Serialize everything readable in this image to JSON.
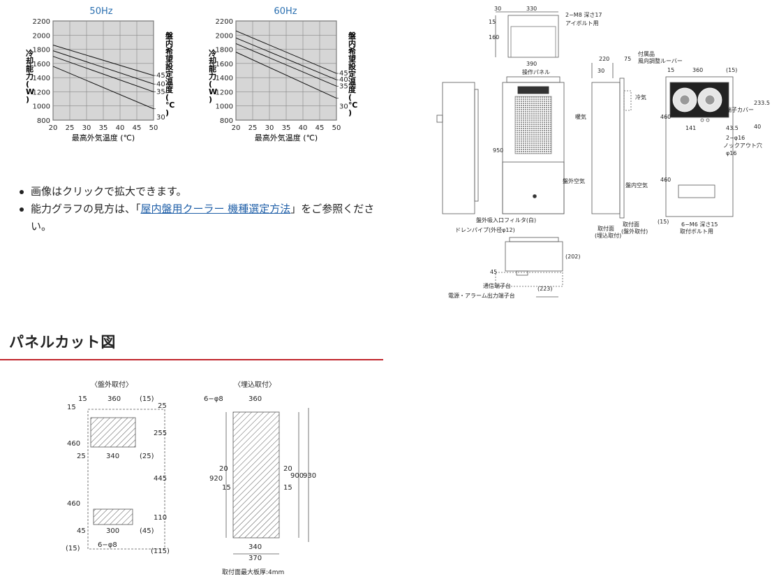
{
  "charts": [
    {
      "id": "50hz",
      "title": "50Hz",
      "ylabel": "冷却能力(W)",
      "xlabel": "最高外気温度 (℃)",
      "legend_title": "盤内希望設定温度(℃)",
      "x_ticks": [
        "20",
        "25",
        "30",
        "35",
        "40",
        "45",
        "50"
      ],
      "y_ticks": [
        "800",
        "1000",
        "1200",
        "1400",
        "1600",
        "1800",
        "2000",
        "2200"
      ],
      "series_labels": [
        "45",
        "40",
        "35",
        "30"
      ]
    },
    {
      "id": "60hz",
      "title": "60Hz",
      "ylabel": "冷却能力(W)",
      "xlabel": "最高外気温度 (℃)",
      "legend_title": "盤内希望設定温度(℃)",
      "x_ticks": [
        "20",
        "25",
        "30",
        "35",
        "40",
        "45",
        "50"
      ],
      "y_ticks": [
        "800",
        "1000",
        "1200",
        "1400",
        "1600",
        "1800",
        "2000",
        "2200"
      ],
      "series_labels": [
        "45",
        "40",
        "35",
        "30"
      ]
    }
  ],
  "chart_data": [
    {
      "type": "line",
      "title": "50Hz",
      "xlabel": "最高外気温度 (℃)",
      "ylabel": "冷却能力 (W)",
      "xlim": [
        20,
        50
      ],
      "ylim": [
        800,
        2200
      ],
      "grid": true,
      "series": [
        {
          "name": "45",
          "x": [
            20,
            50
          ],
          "y": [
            1860,
            1430
          ]
        },
        {
          "name": "40",
          "x": [
            20,
            50
          ],
          "y": [
            1780,
            1310
          ]
        },
        {
          "name": "35",
          "x": [
            20,
            50
          ],
          "y": [
            1700,
            1200
          ]
        },
        {
          "name": "30",
          "x": [
            20,
            50
          ],
          "y": [
            1560,
            960
          ]
        }
      ]
    },
    {
      "type": "line",
      "title": "60Hz",
      "xlabel": "最高外気温度 (℃)",
      "ylabel": "冷却能力 (W)",
      "xlim": [
        20,
        50
      ],
      "ylim": [
        800,
        2200
      ],
      "grid": true,
      "series": [
        {
          "name": "45",
          "x": [
            20,
            50
          ],
          "y": [
            2060,
            1460
          ]
        },
        {
          "name": "40",
          "x": [
            20,
            50
          ],
          "y": [
            1960,
            1370
          ]
        },
        {
          "name": "35",
          "x": [
            20,
            50
          ],
          "y": [
            1880,
            1280
          ]
        },
        {
          "name": "30",
          "x": [
            20,
            50
          ],
          "y": [
            1760,
            1110
          ]
        }
      ]
    }
  ],
  "notes": {
    "item1": "画像はクリックで拡大できます。",
    "item2_prefix": "能力グラフの見方は、「",
    "item2_link": "屋内盤用クーラー 機種選定方法",
    "item2_suffix": "」をご参照ください。"
  },
  "section": {
    "heading": "パネルカット図"
  },
  "drawing": {
    "top_w30": "30",
    "top_w330": "330",
    "m8": "2−M8 深さ17",
    "eyebolt": "アイボルト用",
    "d15": "15",
    "d160": "160",
    "w390": "390",
    "panel": "操作パネル",
    "h950": "950",
    "filter": "盤外吸入口フィルタ(白)",
    "drain": "ドレンパイプ(外径φ12)",
    "w220": "220",
    "w75": "75",
    "acc1": "付属品",
    "acc2": "風向調整ルーバー",
    "w30b": "30",
    "cold": "冷気",
    "warm": "暖気",
    "ext_air": "盤外空気",
    "int_air": "盤内空気",
    "mount1a": "取付面",
    "mount1b": "(埋込取付)",
    "mount2a": "取付面",
    "mount2b": "(盤外取付)",
    "r15": "15",
    "r360": "360",
    "r15p": "(15)",
    "r233": "233.5",
    "term_cover": "端子カバー",
    "r460a": "460",
    "r141": "141",
    "r43": "43.5",
    "r40": "40",
    "phi16a": "2−φ16",
    "phi16b": "ノックアウト穴",
    "phi16c": "φ16",
    "r460b": "460",
    "r15b": "(15)",
    "m6a": "6−M6 深さ15",
    "m6b": "取付ボルト用",
    "b202": "(202)",
    "b45": "45",
    "b223": "(223)",
    "comm": "通信端子台",
    "power": "電源・アラーム出力端子台"
  },
  "cut": {
    "left_title": "〈盤外取付〉",
    "right_title": "〈埋込取付〉",
    "l15": "15",
    "l360": "360",
    "l15p": "(15)",
    "l25r": "25",
    "l15v": "15",
    "l460a": "460",
    "l255": "255",
    "l25": "25",
    "l340": "340",
    "l25p": "(25)",
    "l445": "445",
    "l460b": "460",
    "l110": "110",
    "l45": "45",
    "l300": "300",
    "l45p": "(45)",
    "l15pb": "(15)",
    "l115p": "(115)",
    "l6phi8": "6−φ8",
    "r6phi8": "6−φ8",
    "r360": "360",
    "r920": "920",
    "r20a": "20",
    "r20b": "20",
    "r15a": "15",
    "r15b": "15",
    "r900": "900",
    "r930": "930",
    "r340": "340",
    "r370": "370",
    "thickness": "取付面最大板厚:4mm"
  }
}
